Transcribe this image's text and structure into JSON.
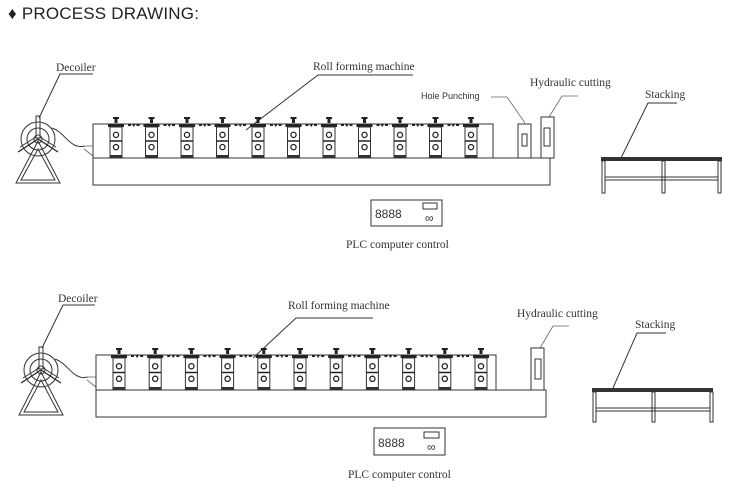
{
  "header": {
    "bullet": "♦",
    "title": "PROCESS DRAWING:"
  },
  "diagrams": [
    {
      "labels": {
        "decoiler": "Decoiler",
        "roll_forming": "Roll forming machine",
        "hole_punching": "Hole Punching",
        "hydraulic_cutting": "Hydraulic cutting",
        "stacking": "Stacking",
        "plc": "PLC computer control"
      },
      "plc_display": "8888",
      "plc_symbol": "∞",
      "roller_stations": 11,
      "has_hole_punching": true
    },
    {
      "labels": {
        "decoiler": "Decoiler",
        "roll_forming": "Roll forming machine",
        "hydraulic_cutting": "Hydraulic cutting",
        "stacking": "Stacking",
        "plc": "PLC computer control"
      },
      "plc_display": "8888",
      "plc_symbol": "∞",
      "roller_stations": 11,
      "has_hole_punching": false
    }
  ]
}
